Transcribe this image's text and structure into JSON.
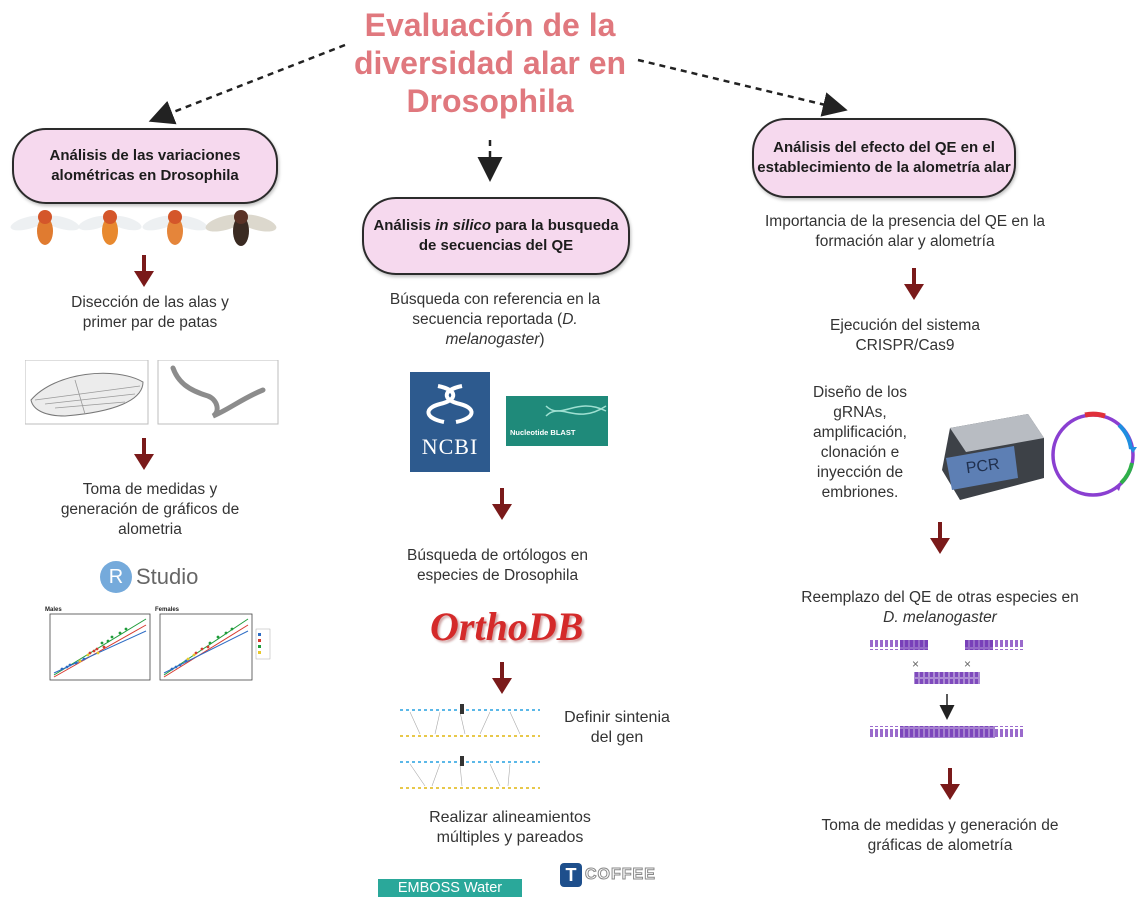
{
  "title": "Evaluación de la diversidad alar en Drosophila",
  "left": {
    "pill": "Análisis de las variaciones alométricas en Drosophila",
    "step1": "Disección de las alas y primer par de patas",
    "step2": "Toma de medidas y generación de gráficos de alometria",
    "rstudio_r": "R",
    "rstudio_text": "Studio",
    "plot1_title": "Males",
    "plot2_title": "Females"
  },
  "center": {
    "pill_pre": "Análisis ",
    "pill_em": "in silico",
    "pill_post": " para la busqueda de secuencias del QE",
    "step1_a": "Búsqueda con referencia en la secuencia reportada (",
    "step1_em": "D. melanogaster",
    "step1_b": ")",
    "ncbi": "NCBI",
    "blast": "Nucleotide BLAST",
    "step2": "Búsqueda de ortólogos en especies de Drosophila",
    "orthodb": "OrthoDB",
    "synteny": "Definir sintenia del gen",
    "step3": "Realizar alineamientos múltiples y pareados",
    "emboss": "EMBOSS Water",
    "tcoffee_t": "T",
    "tcoffee": "COFFEE"
  },
  "right": {
    "pill": "Análisis del efecto del QE en el establecimiento de la alometría alar",
    "step1": "Importancia de la presencia del QE en la formación alar y alometría",
    "step2": "Ejecución del sistema CRISPR/Cas9",
    "step3": "Diseño de los gRNAs, amplificación, clonación e inyección de embriones.",
    "pcr": "PCR",
    "step4_a": "Reemplazo del QE de otras especies en ",
    "step4_em": "D. melanogaster",
    "step5": "Toma de medidas y generación de gráficas de alometría"
  },
  "colors": {
    "title": "#e0787e",
    "pill_fill": "#f6d9ee",
    "arrow": "#7a1a1a",
    "dna": "#8e5cc4"
  }
}
